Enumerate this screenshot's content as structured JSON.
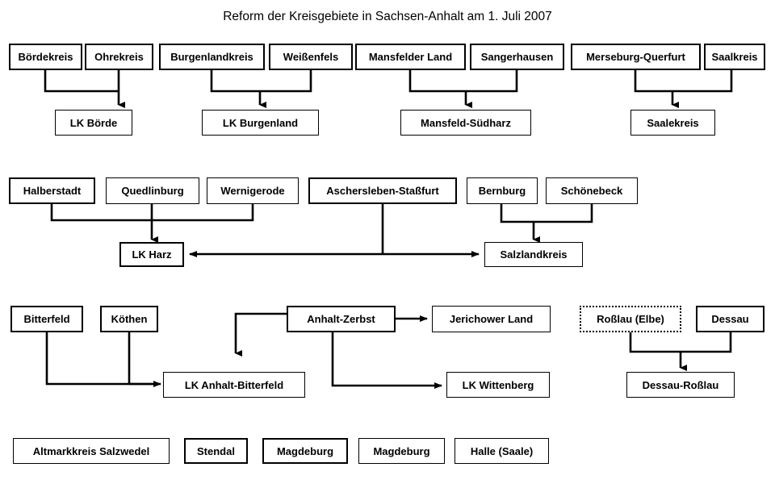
{
  "title": "Reform der Kreisgebiete in Sachsen-Anhalt am 1. Juli 2007",
  "colors": {
    "background": "#ffffff",
    "stroke": "#000000",
    "text": "#000000"
  },
  "groups": [
    {
      "name": "boerde",
      "sources": [
        "Bördekreis",
        "Ohrekreis"
      ],
      "result": "LK Börde"
    },
    {
      "name": "burgenland",
      "sources": [
        "Burgenlandkreis",
        "Weißenfels"
      ],
      "result": "LK Burgenland"
    },
    {
      "name": "mansfeld-suedharz",
      "sources": [
        "Mansfelder Land",
        "Sangerhausen"
      ],
      "result": "Mansfeld-Südharz"
    },
    {
      "name": "saalekreis",
      "sources": [
        "Merseburg-Querfurt",
        "Saalkreis"
      ],
      "result": "Saalekreis"
    },
    {
      "name": "harz-salzland",
      "sources": [
        "Halberstadt",
        "Quedlinburg",
        "Wernigerode",
        "Aschersleben-Staßfurt",
        "Bernburg",
        "Schönebeck"
      ],
      "results": [
        "LK Harz",
        "Salzlandkreis"
      ]
    },
    {
      "name": "anhalt-bitterfeld",
      "sources": [
        "Bitterfeld",
        "Köthen",
        "Anhalt-Zerbst"
      ],
      "results": [
        "LK Anhalt-Bitterfeld",
        "Jerichower Land",
        "LK Wittenberg"
      ]
    },
    {
      "name": "dessau-rosslau",
      "sources": [
        "Roßlau (Elbe)",
        "Dessau"
      ],
      "result": "Dessau-Roßlau"
    }
  ],
  "nodes": {
    "boerdekreis": "Bördekreis",
    "ohrekreis": "Ohrekreis",
    "lk_boerde": "LK Börde",
    "burgenlandkreis": "Burgenlandkreis",
    "weissenfels": "Weißenfels",
    "lk_burgenland": "LK Burgenland",
    "mansfelder_land": "Mansfelder Land",
    "sangerhausen": "Sangerhausen",
    "mansfeld_suedharz": "Mansfeld-Südharz",
    "merseburg_querfurt": "Merseburg-Querfurt",
    "saalkreis": "Saalkreis",
    "saalekreis": "Saalekreis",
    "halberstadt": "Halberstadt",
    "quedlinburg": "Quedlinburg",
    "wernigerode": "Wernigerode",
    "aschersleben_stassfurt": "Aschersleben-Staßfurt",
    "bernburg": "Bernburg",
    "schoenebeck": "Schönebeck",
    "lk_harz": "LK Harz",
    "salzlandkreis": "Salzlandkreis",
    "bitterfeld": "Bitterfeld",
    "koethen": "Köthen",
    "anhalt_zerbst": "Anhalt-Zerbst",
    "jerichower_land": "Jerichower Land",
    "lk_anhalt_bitterfeld": "LK Anhalt-Bitterfeld",
    "lk_wittenberg": "LK Wittenberg",
    "rosslau_elbe": "Roßlau (Elbe)",
    "dessau": "Dessau",
    "dessau_rosslau": "Dessau-Roßlau",
    "altmarkkreis_salzwedel": "Altmarkkreis Salzwedel",
    "stendal": "Stendal",
    "magdeburg_kreis": "Magdeburg",
    "magdeburg_stadt": "Magdeburg",
    "halle_saale": "Halle (Saale)"
  },
  "unchanged_row": [
    "Altmarkkreis Salzwedel",
    "Stendal",
    "Magdeburg",
    "Magdeburg",
    "Halle (Saale)"
  ]
}
